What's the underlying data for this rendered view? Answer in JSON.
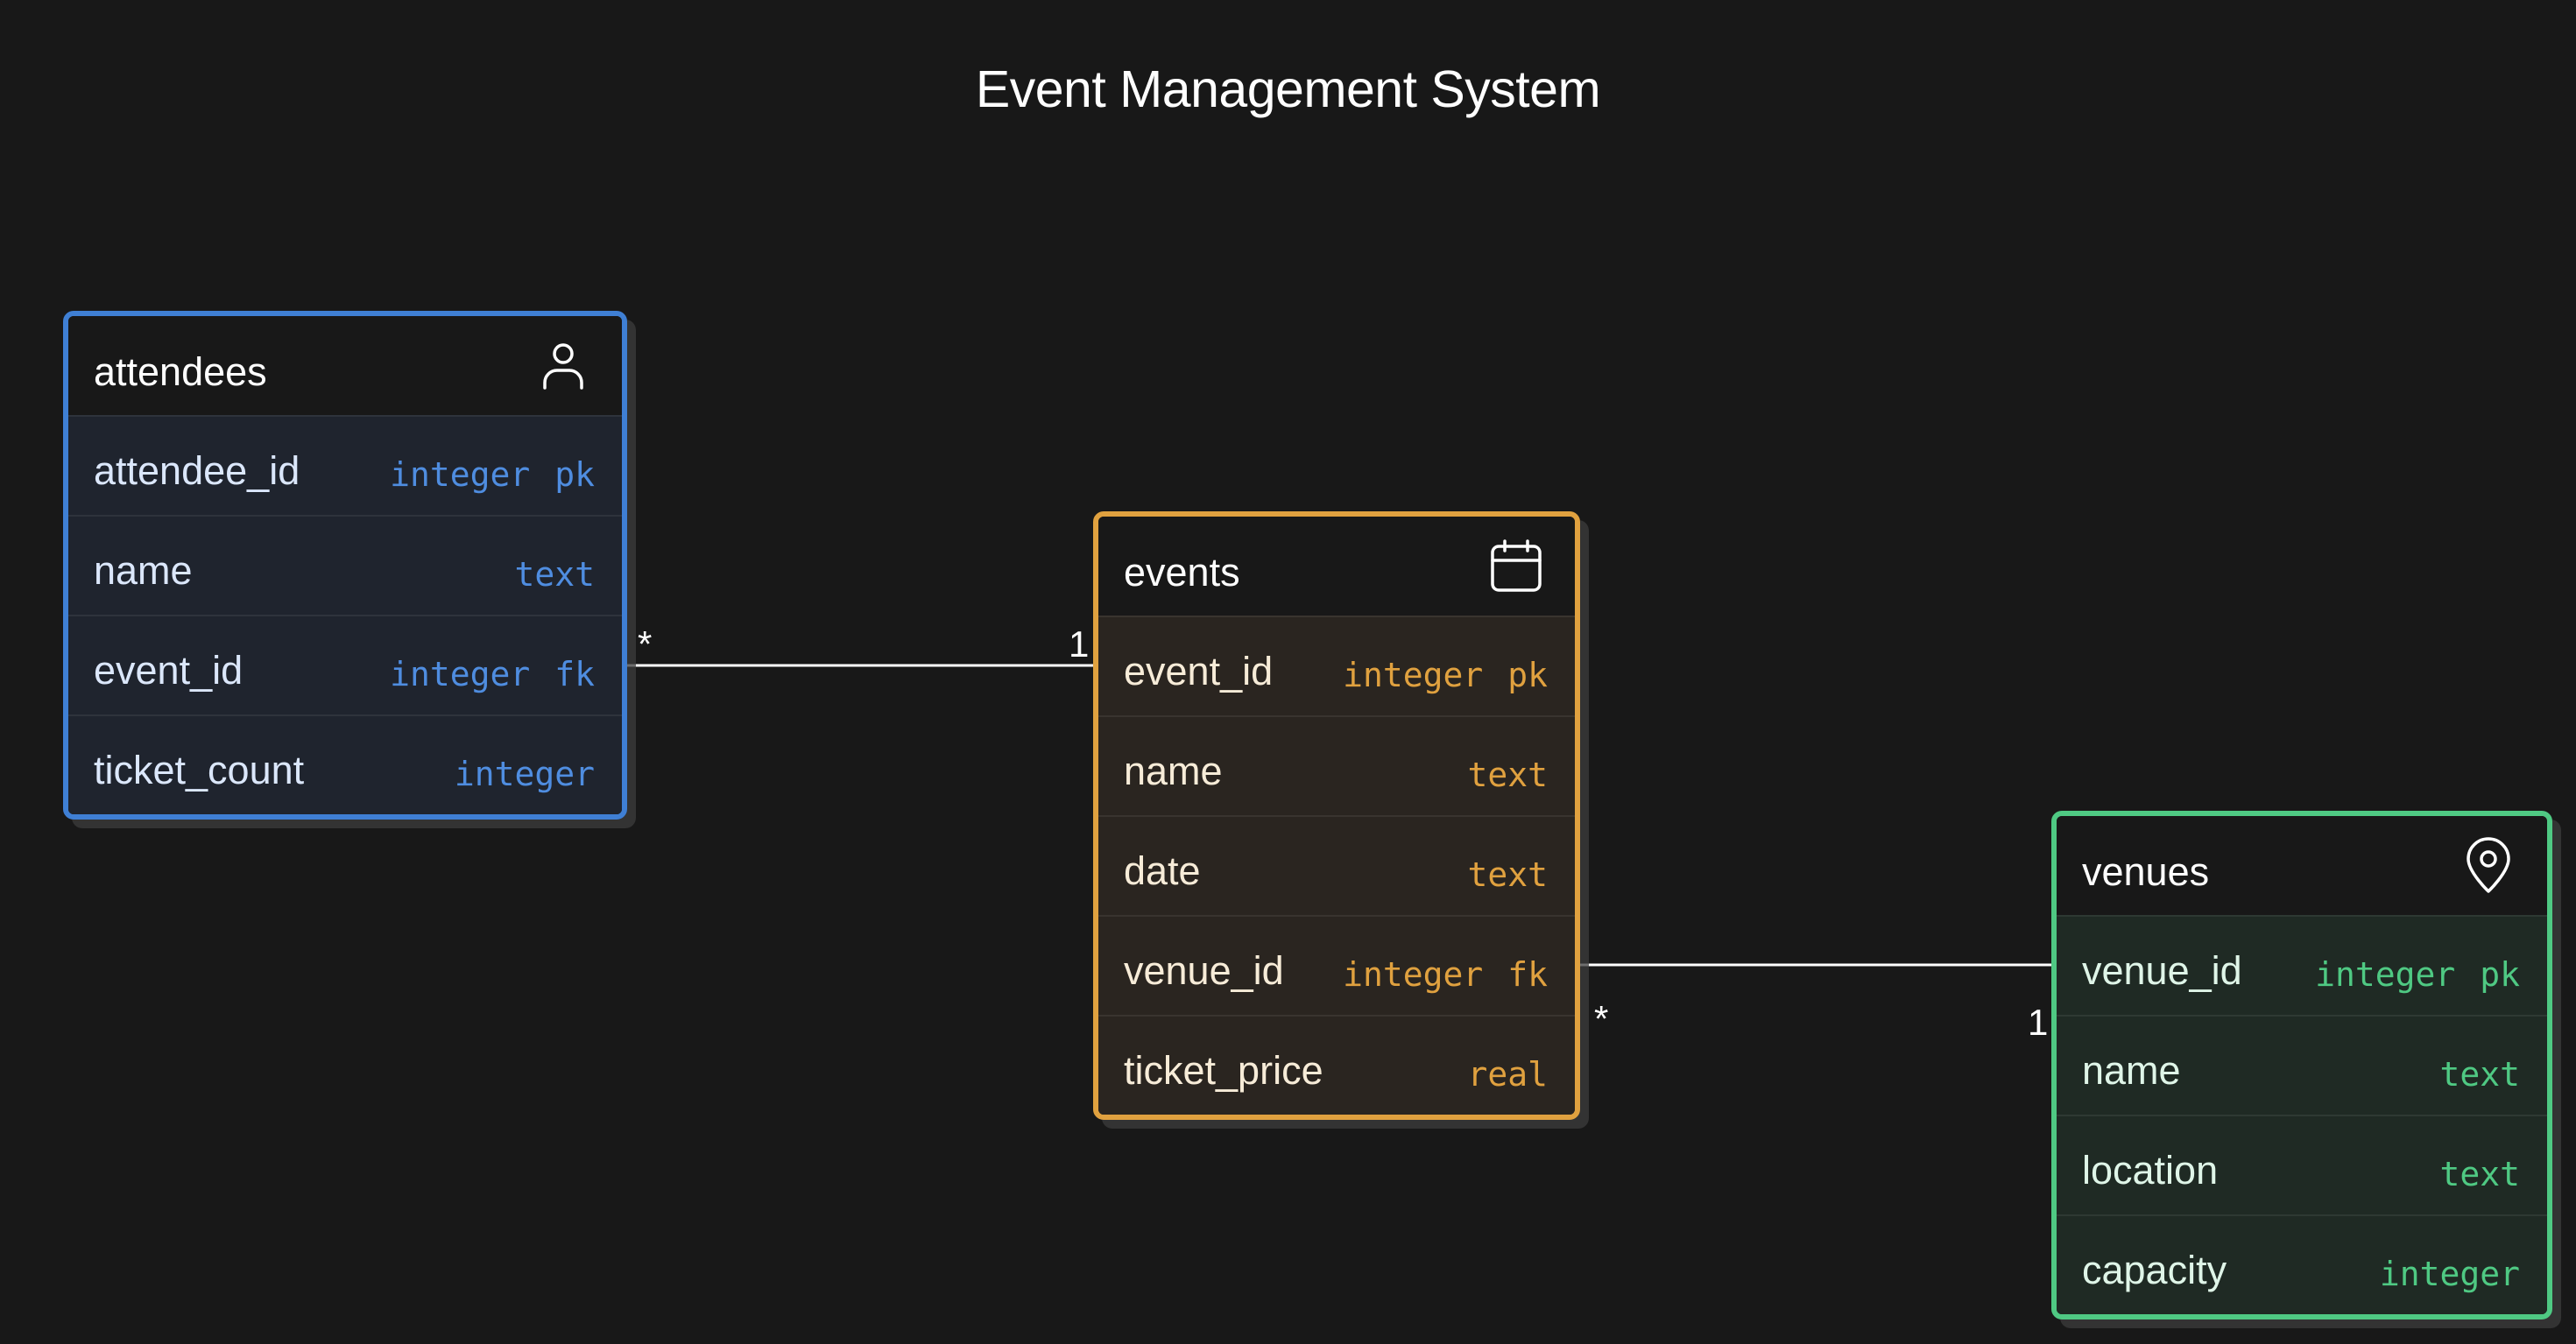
{
  "title": "Event Management System",
  "colors": {
    "background": "#181818",
    "attendees_accent": "#3f7fd4",
    "events_accent": "#e0a13f",
    "venues_accent": "#4fc983",
    "connector": "#ffffff"
  },
  "tables": {
    "attendees": {
      "name": "attendees",
      "icon": "user-icon",
      "fields": [
        {
          "name": "attendee_id",
          "type": "integer",
          "key": "pk"
        },
        {
          "name": "name",
          "type": "text",
          "key": ""
        },
        {
          "name": "event_id",
          "type": "integer",
          "key": "fk"
        },
        {
          "name": "ticket_count",
          "type": "integer",
          "key": ""
        }
      ]
    },
    "events": {
      "name": "events",
      "icon": "calendar-icon",
      "fields": [
        {
          "name": "event_id",
          "type": "integer",
          "key": "pk"
        },
        {
          "name": "name",
          "type": "text",
          "key": ""
        },
        {
          "name": "date",
          "type": "text",
          "key": ""
        },
        {
          "name": "venue_id",
          "type": "integer",
          "key": "fk"
        },
        {
          "name": "ticket_price",
          "type": "real",
          "key": ""
        }
      ]
    },
    "venues": {
      "name": "venues",
      "icon": "map-pin-icon",
      "fields": [
        {
          "name": "venue_id",
          "type": "integer",
          "key": "pk"
        },
        {
          "name": "name",
          "type": "text",
          "key": ""
        },
        {
          "name": "location",
          "type": "text",
          "key": ""
        },
        {
          "name": "capacity",
          "type": "integer",
          "key": ""
        }
      ]
    }
  },
  "relationships": [
    {
      "from": "attendees.event_id",
      "to": "events.event_id",
      "from_cardinality": "*",
      "to_cardinality": "1"
    },
    {
      "from": "events.venue_id",
      "to": "venues.venue_id",
      "from_cardinality": "*",
      "to_cardinality": "1"
    }
  ]
}
